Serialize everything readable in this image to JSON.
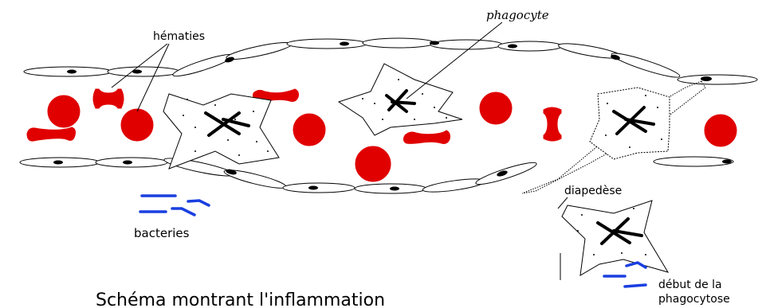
{
  "title": "Schéma montrant l'inflammation",
  "labels": {
    "hematies": "hématies",
    "phagocyte": "phagocyte",
    "bacteries": "bacteries",
    "diapedese": "diapedèse",
    "debut_line1": "début de la",
    "debut_line2": "phagocytose"
  },
  "colors": {
    "red_cell": "#e00000",
    "bacteria": "#1a3fe0",
    "outline": "#000000"
  }
}
